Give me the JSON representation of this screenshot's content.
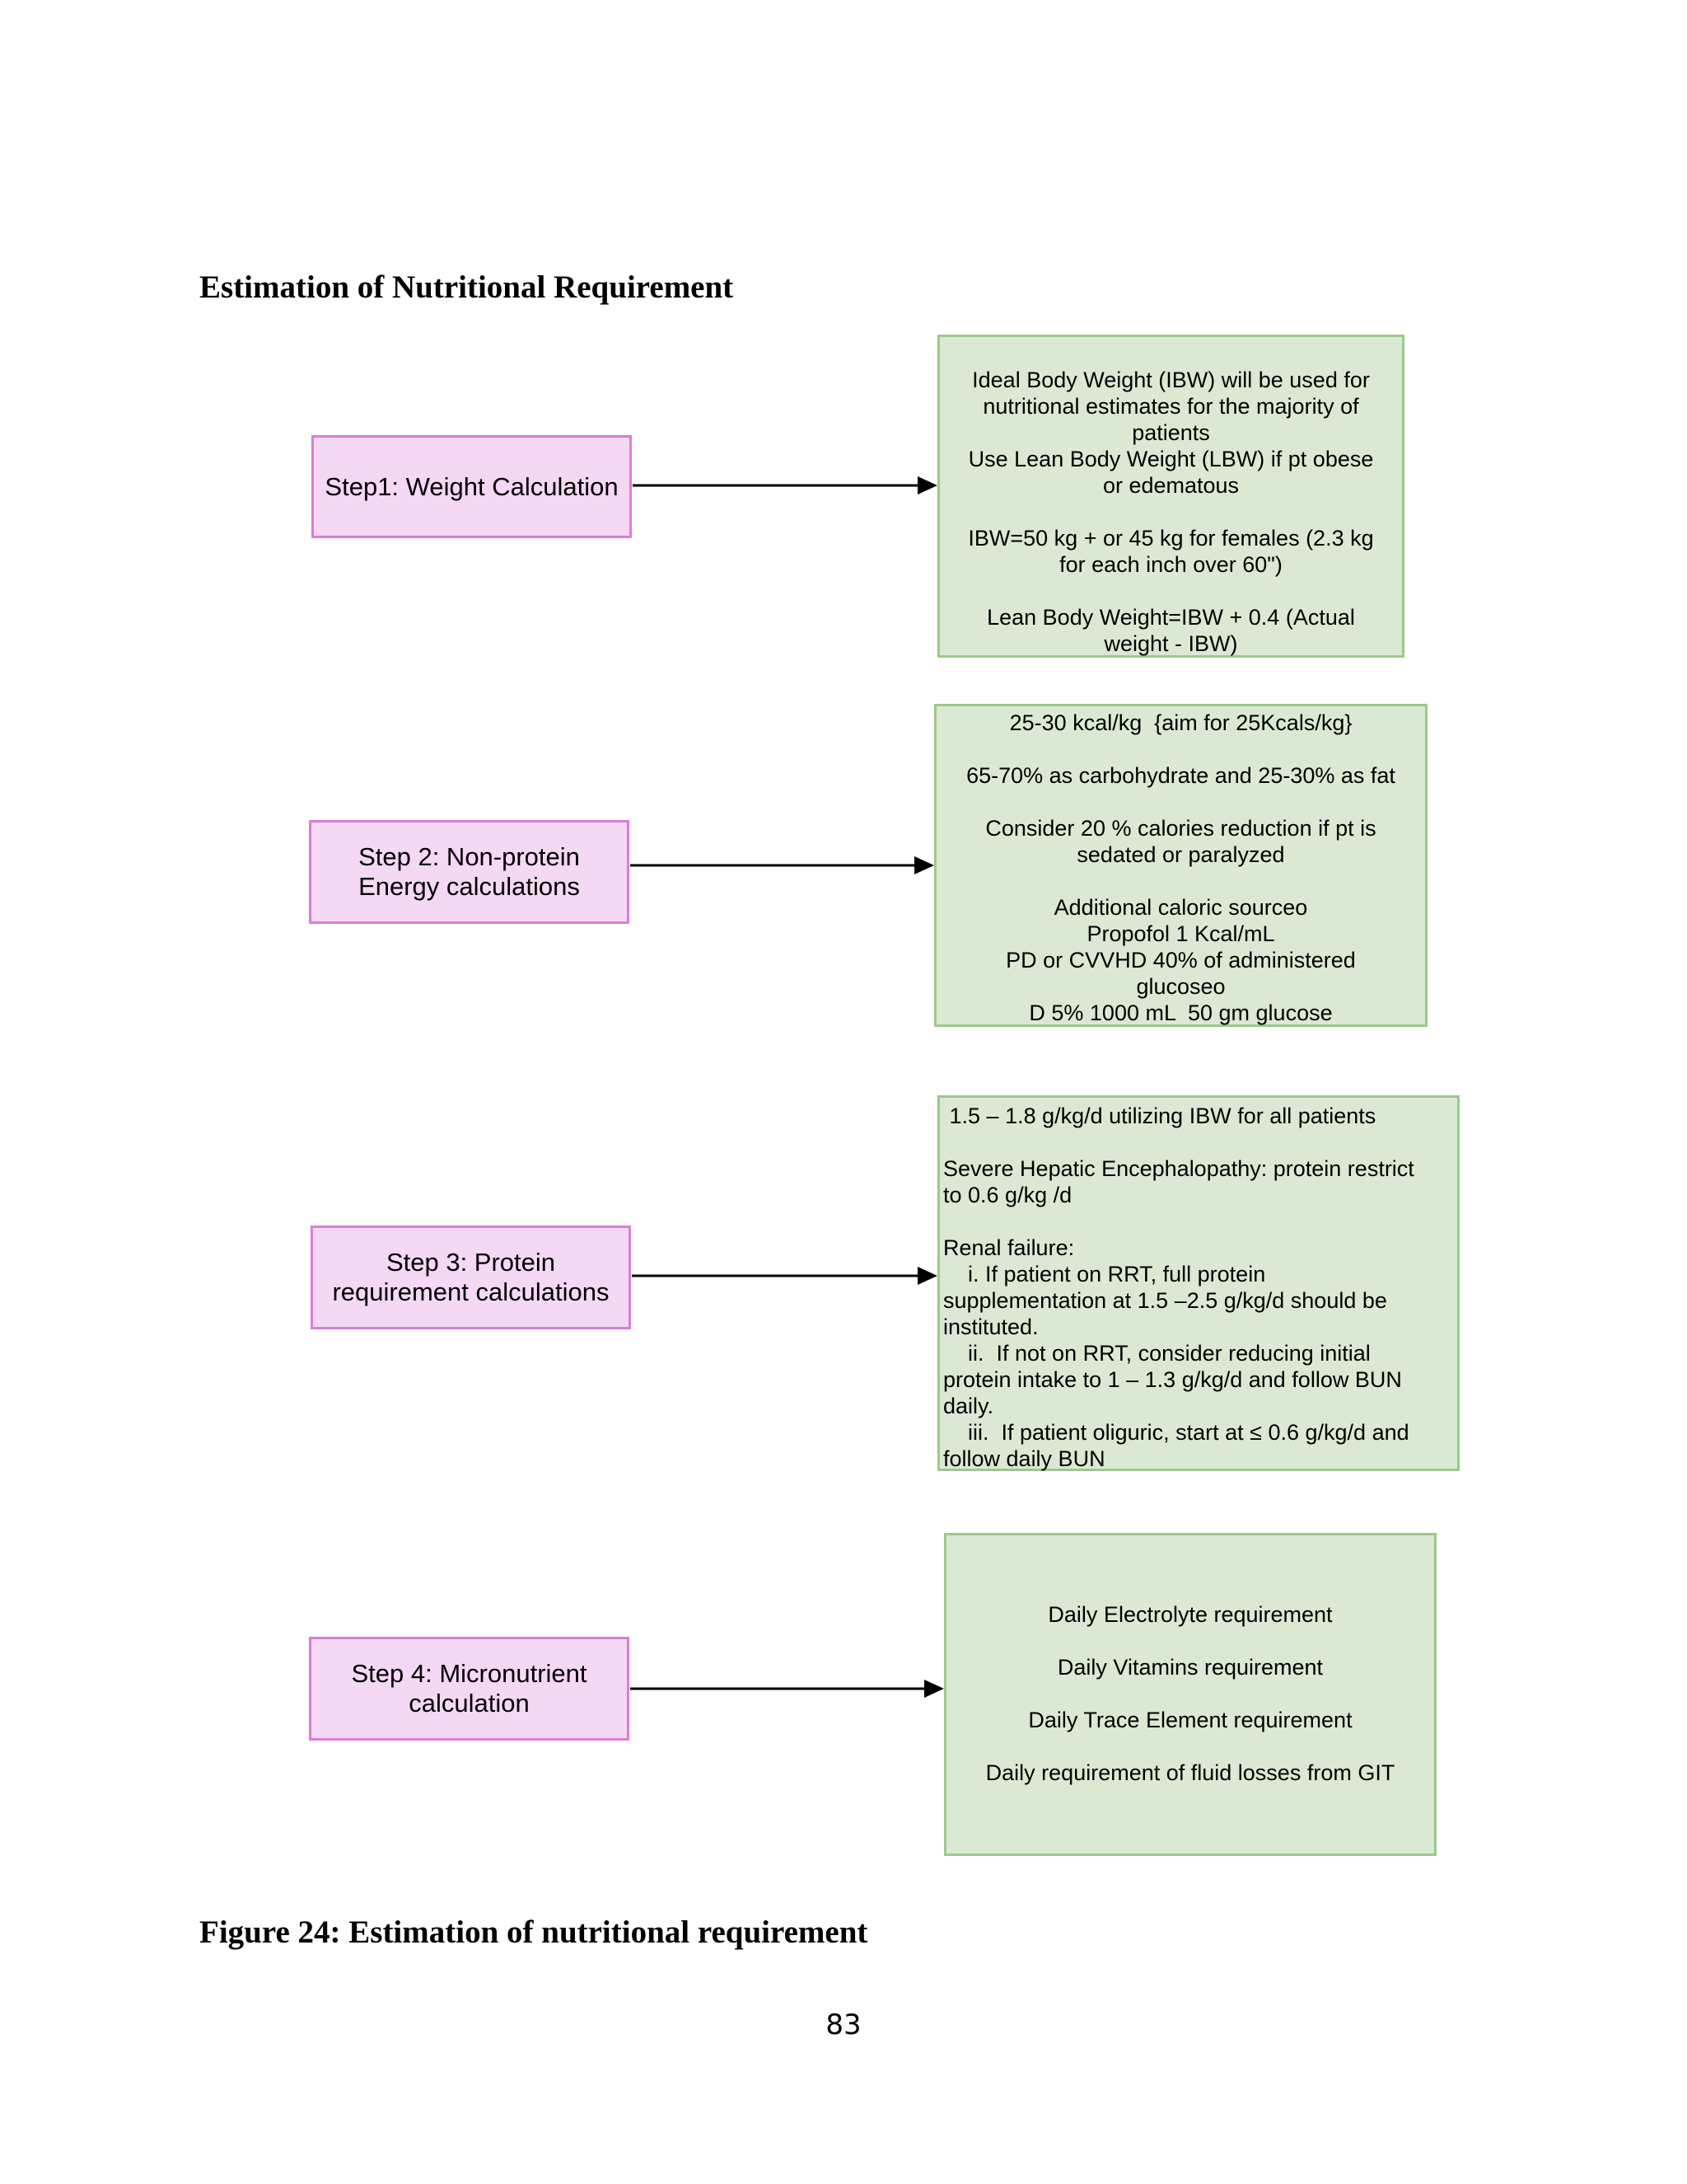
{
  "heading": "Estimation of Nutritional Requirement",
  "steps": [
    {
      "label": "Step1: Weight Calculation",
      "details": [
        "Ideal Body Weight (IBW) will be used for",
        "nutritional estimates for the majority of",
        "patients",
        "Use Lean Body Weight (LBW) if pt obese",
        "or edematous",
        "",
        "IBW=50 kg + or 45 kg for females (2.3 kg",
        "for each inch over 60\")",
        "",
        "Lean Body Weight=IBW + 0.4 (Actual",
        "weight - IBW)"
      ]
    },
    {
      "label": "Step 2: Non-protein Energy calculations",
      "details": [
        "25-30 kcal/kg  {aim for 25Kcals/kg}",
        "",
        "65-70% as carbohydrate and 25-30% as fat",
        "",
        "Consider 20 % calories reduction if pt is",
        "sedated or paralyzed",
        "",
        "Additional caloric sourceo",
        "Propofol 1 Kcal/mL",
        "PD or CVVHD 40% of administered",
        "glucoseo",
        "D 5% 1000 mL  50 gm glucose"
      ]
    },
    {
      "label": "Step 3: Protein requirement calculations",
      "details": [
        " 1.5 – 1.8 g/kg/d utilizing IBW for all patients",
        "",
        "Severe Hepatic Encephalopathy: protein restrict",
        "to 0.6 g/kg /d",
        "",
        "Renal failure:",
        "    i. If patient on RRT, full protein",
        "supplementation at 1.5 –2.5 g/kg/d should be",
        "instituted.",
        "    ii.  If not on RRT, consider reducing initial",
        "protein intake to 1 – 1.3 g/kg/d and follow BUN",
        "daily.",
        "    iii.  If patient oliguric, start at ≤ 0.6 g/kg/d and",
        "follow daily BUN"
      ]
    },
    {
      "label": "Step 4: Micronutrient calculation",
      "details": [
        "Daily Electrolyte requirement",
        "",
        "Daily Vitamins requirement",
        "",
        "Daily Trace Element requirement",
        "",
        "Daily requirement of fluid losses from GIT"
      ]
    }
  ],
  "caption": "Figure 24:  Estimation of nutritional requirement",
  "page_number": "83"
}
